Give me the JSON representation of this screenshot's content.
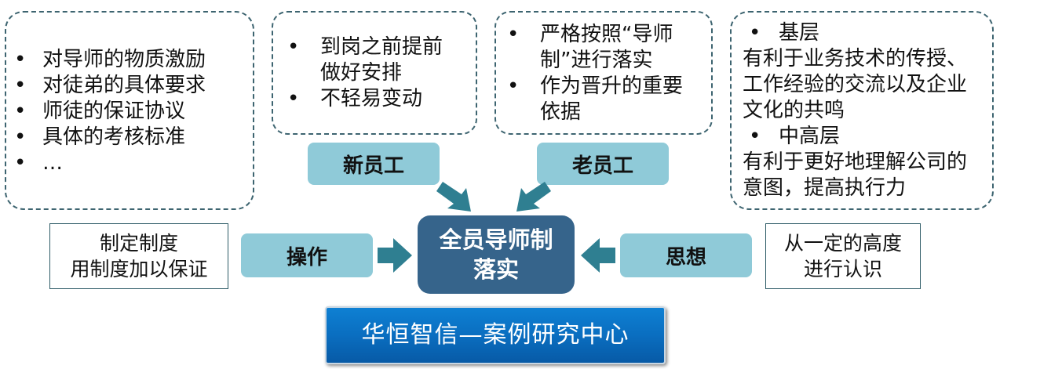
{
  "top_left_box": {
    "items": [
      "对导师的物质激励",
      "对徒弟的具体要求",
      "师徒的保证协议",
      "具体的考核标准",
      "…"
    ]
  },
  "new_employee_box": {
    "items": [
      "到岗之前提前",
      "做好安排",
      "不轻易变动"
    ]
  },
  "old_employee_box": {
    "items": [
      "严格按照“导师",
      "制”进行落实",
      "作为晋升的重要",
      "依据"
    ]
  },
  "right_box": {
    "level1": "基层",
    "level1_text": [
      "有利于业务技术的传授、",
      "工作经验的交流以及企业",
      "文化的共鸣"
    ],
    "level2": "中高层",
    "level2_text": [
      "有利于更好地理解公司的",
      "意图，提高执行力"
    ]
  },
  "tags": {
    "new_employee": "新员工",
    "old_employee": "老员工",
    "operation": "操作",
    "thought": "思想"
  },
  "center": {
    "line1": "全员导师制",
    "line2": "落实"
  },
  "left_note": {
    "line1": "制定制度",
    "line2": "用制度加以保证"
  },
  "right_note": {
    "line1": "从一定的高度",
    "line2": "进行认识"
  },
  "banner": {
    "text": "华恒智信—案例研究中心"
  },
  "colors": {
    "tag": "#8fcad8",
    "center": "#36648b",
    "arrow": "#2f7f91",
    "banner": "#0a6ec0",
    "dash_border": "#3d6470"
  }
}
